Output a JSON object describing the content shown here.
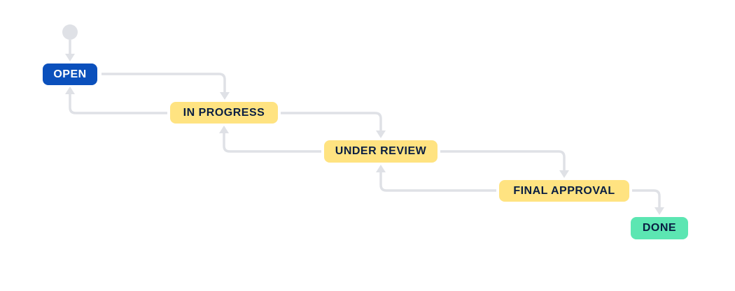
{
  "diagram": {
    "type": "workflow-status-diagram",
    "background": "#FFFFFF",
    "connector_color": "#DFE1E6",
    "dark_text_color": "#091E42",
    "nodes": {
      "start": {
        "shape": "circle",
        "color": "#DFE1E6"
      },
      "open": {
        "label": "OPEN",
        "bg": "#0B50BC",
        "text": "#FFFFFF",
        "category": "todo"
      },
      "in_progress": {
        "label": "IN PROGRESS",
        "bg": "#FFE381",
        "text": "#091E42",
        "category": "in-progress"
      },
      "under_review": {
        "label": "UNDER REVIEW",
        "bg": "#FFE381",
        "text": "#091E42",
        "category": "in-progress"
      },
      "final_approval": {
        "label": "FINAL APPROVAL",
        "bg": "#FFE381",
        "text": "#091E42",
        "category": "in-progress"
      },
      "done": {
        "label": "DONE",
        "bg": "#5CE6B2",
        "text": "#091E42",
        "category": "done"
      }
    },
    "transitions": [
      {
        "from": "start",
        "to": "open"
      },
      {
        "from": "open",
        "to": "in_progress"
      },
      {
        "from": "in_progress",
        "to": "open"
      },
      {
        "from": "in_progress",
        "to": "under_review"
      },
      {
        "from": "under_review",
        "to": "in_progress"
      },
      {
        "from": "under_review",
        "to": "final_approval"
      },
      {
        "from": "final_approval",
        "to": "under_review"
      },
      {
        "from": "final_approval",
        "to": "done"
      }
    ]
  }
}
